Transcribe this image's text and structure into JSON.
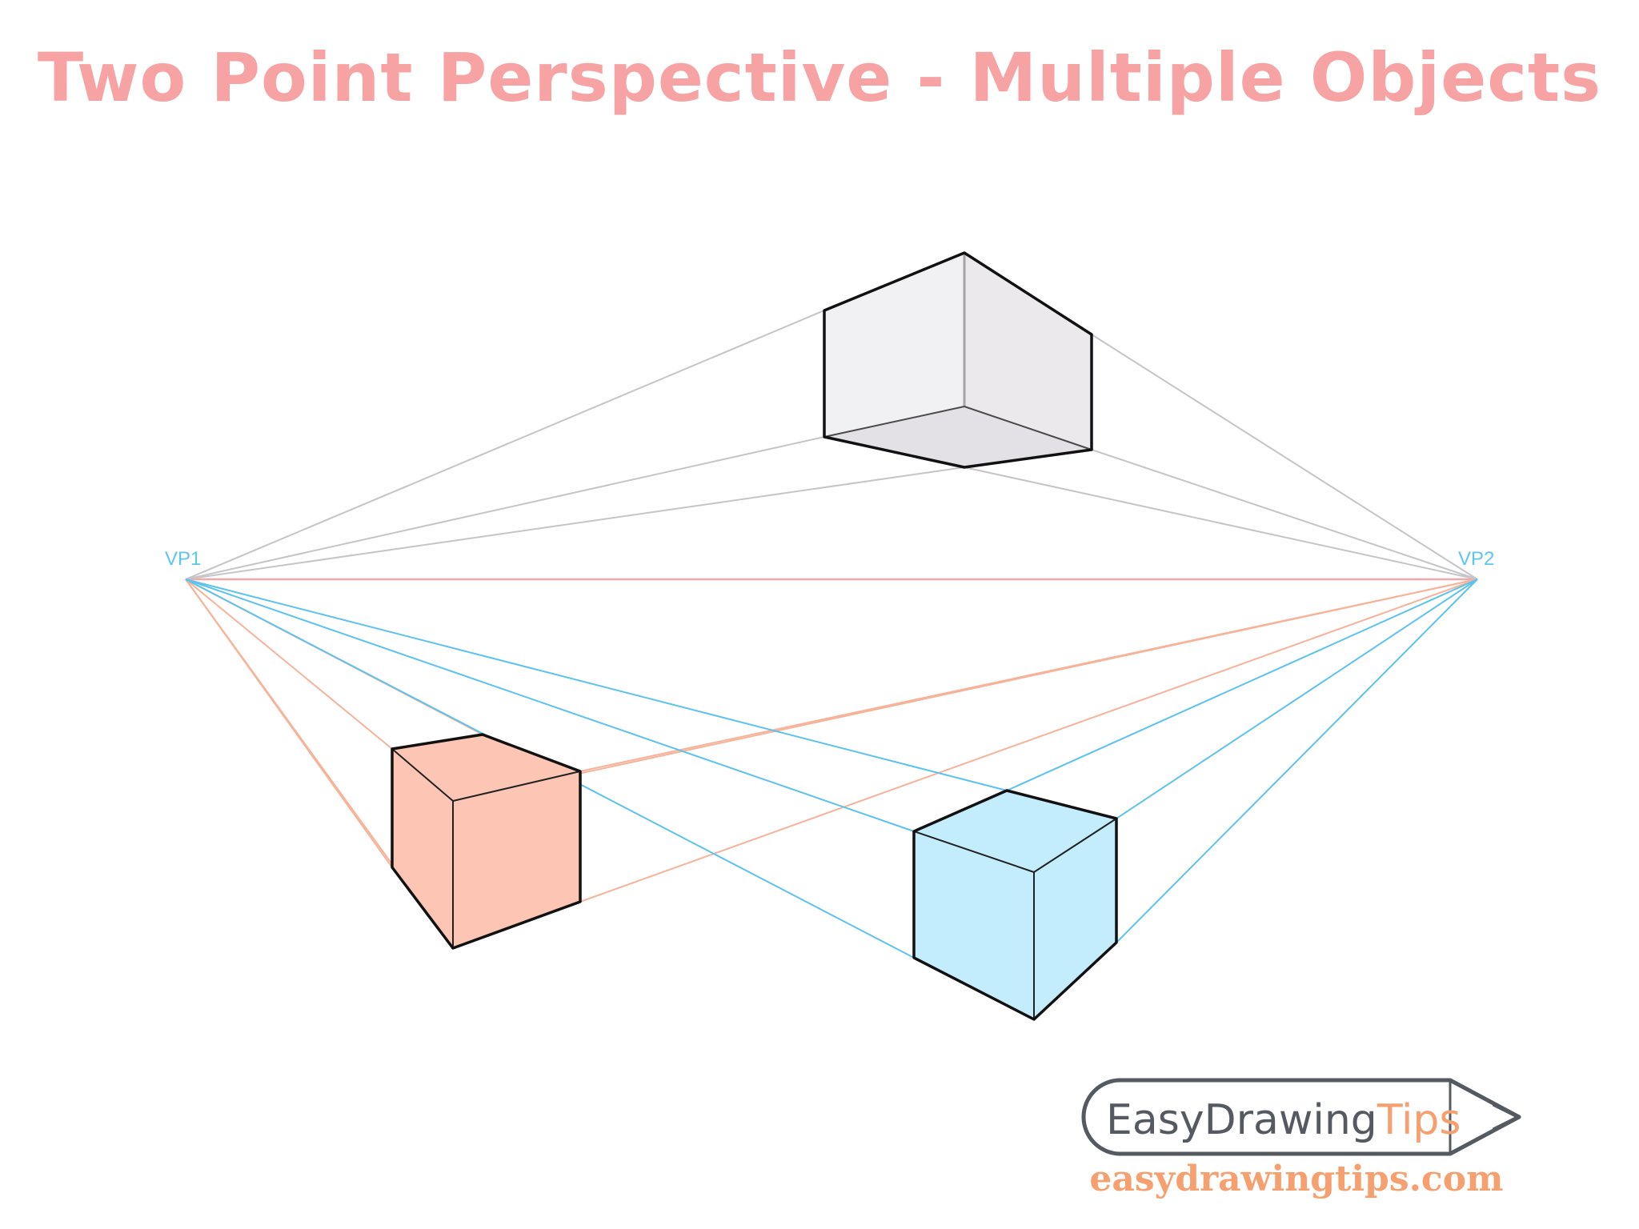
{
  "title": "Two Point Perspective - Multiple Objects",
  "vanishing_points": {
    "left_label": "VP1",
    "right_label": "VP2"
  },
  "logo": {
    "part1": "EasyDrawing",
    "part2": "Tips",
    "url": "easydrawingtips.com"
  },
  "colors": {
    "title": "#f7a3a4",
    "horizon": "#f4a7a9",
    "vp_label": "#5cc6f1",
    "guide_gray": "#c6c4c7",
    "guide_orange": "#f7b399",
    "guide_blue": "#5cc2f0",
    "gray_cube_top": "#f4f3f5",
    "gray_cube_faces": "#ebe9ec",
    "orange_cube_faces": "#fdc6b4",
    "blue_cube_faces": "#c3ecfd",
    "outline": "#111111"
  }
}
